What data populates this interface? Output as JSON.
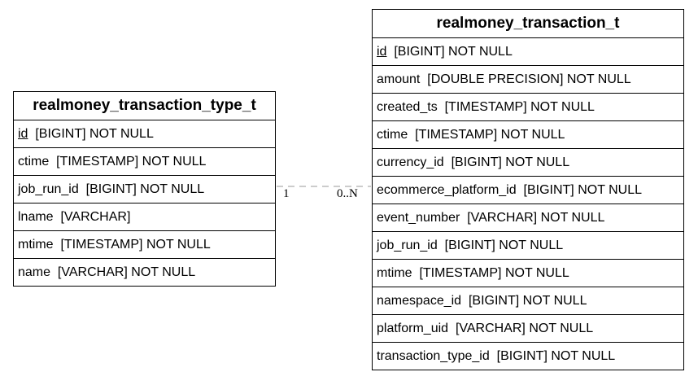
{
  "entities": {
    "left": {
      "title": "realmoney_transaction_type_t",
      "columns": [
        {
          "name": "id",
          "type": "[BIGINT] NOT NULL",
          "pk": true
        },
        {
          "name": "ctime",
          "type": "[TIMESTAMP] NOT NULL",
          "pk": false
        },
        {
          "name": "job_run_id",
          "type": "[BIGINT] NOT NULL",
          "pk": false
        },
        {
          "name": "lname",
          "type": "[VARCHAR]",
          "pk": false
        },
        {
          "name": "mtime",
          "type": "[TIMESTAMP] NOT NULL",
          "pk": false
        },
        {
          "name": "name",
          "type": "[VARCHAR] NOT NULL",
          "pk": false
        }
      ]
    },
    "right": {
      "title": "realmoney_transaction_t",
      "columns": [
        {
          "name": "id",
          "type": "[BIGINT] NOT NULL",
          "pk": true
        },
        {
          "name": "amount",
          "type": "[DOUBLE PRECISION] NOT NULL",
          "pk": false
        },
        {
          "name": "created_ts",
          "type": "[TIMESTAMP] NOT NULL",
          "pk": false
        },
        {
          "name": "ctime",
          "type": "[TIMESTAMP] NOT NULL",
          "pk": false
        },
        {
          "name": "currency_id",
          "type": "[BIGINT] NOT NULL",
          "pk": false
        },
        {
          "name": "ecommerce_platform_id",
          "type": "[BIGINT] NOT NULL",
          "pk": false
        },
        {
          "name": "event_number",
          "type": "[VARCHAR] NOT NULL",
          "pk": false
        },
        {
          "name": "job_run_id",
          "type": "[BIGINT] NOT NULL",
          "pk": false
        },
        {
          "name": "mtime",
          "type": "[TIMESTAMP] NOT NULL",
          "pk": false
        },
        {
          "name": "namespace_id",
          "type": "[BIGINT] NOT NULL",
          "pk": false
        },
        {
          "name": "platform_uid",
          "type": "[VARCHAR] NOT NULL",
          "pk": false
        },
        {
          "name": "transaction_type_id",
          "type": "[BIGINT] NOT NULL",
          "pk": false
        }
      ]
    }
  },
  "relationship": {
    "from_cardinality": "1",
    "to_cardinality": "0..N",
    "line_style": "dashed",
    "line_color": "#999999"
  }
}
